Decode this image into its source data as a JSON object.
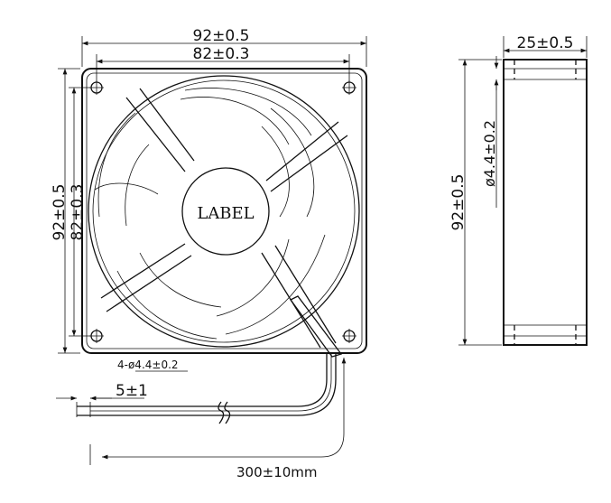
{
  "front_view": {
    "width_outer": "92±0.5",
    "width_holes": "82±0.3",
    "height_outer": "92±0.5",
    "height_holes": "82±0.3",
    "hub_label": "LABEL",
    "mounting_holes": "4-ø4.4±0.2"
  },
  "side_view": {
    "depth": "25±0.5",
    "height": "92±0.5",
    "hole_diameter": "ø4.4±0.2"
  },
  "cable": {
    "strip_length": "5±1",
    "length": "300±10mm"
  }
}
